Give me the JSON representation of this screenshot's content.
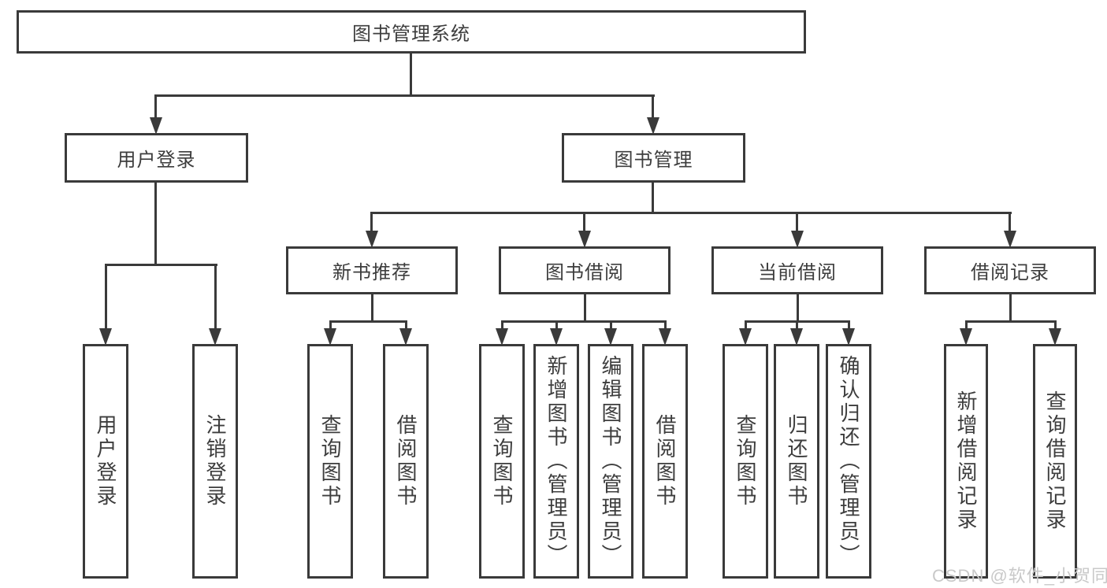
{
  "diagram": {
    "tree": {
      "root": "图书管理系统",
      "branches": [
        {
          "label": "用户登录",
          "children": [
            "用户登录",
            "注销登录"
          ]
        },
        {
          "label": "图书管理",
          "sections": [
            {
              "label": "新书推荐",
              "children": [
                "查询图书",
                "借阅图书"
              ]
            },
            {
              "label": "图书借阅",
              "children": [
                "查询图书",
                "新增图书（管理员）",
                "编辑图书（管理员）",
                "借阅图书"
              ]
            },
            {
              "label": "当前借阅",
              "children": [
                "查询图书",
                "归还图书",
                "确认归还（管理员）"
              ]
            },
            {
              "label": "借阅记录",
              "children": [
                "新增借阅记录",
                "查询借阅记录"
              ]
            }
          ]
        }
      ]
    },
    "watermark": "CSDN @软件_小贺同学",
    "colors": {
      "line": "#3a3a3a",
      "text": "#3d3d3d",
      "watermark": "#c9c9c9",
      "background": "#ffffff"
    }
  }
}
